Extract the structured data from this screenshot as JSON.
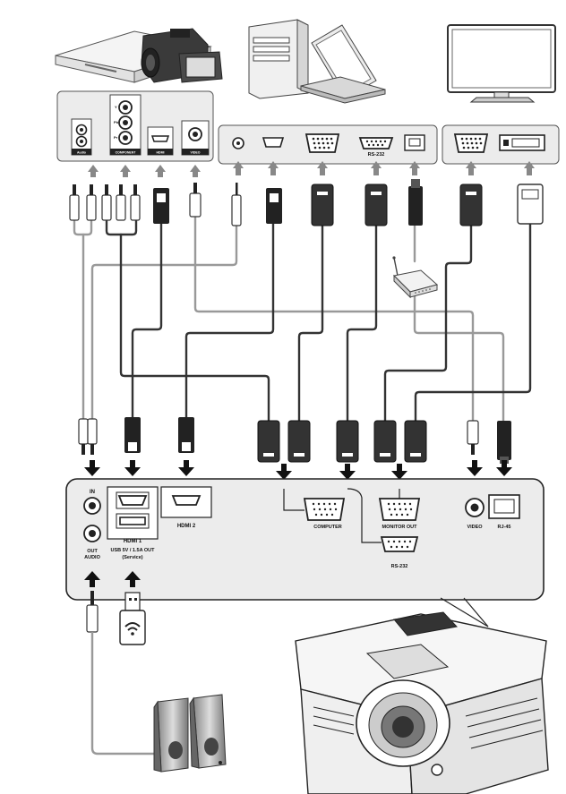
{
  "source_devices": {
    "av_panel_labels": {
      "audio": "Audio",
      "component": "COMPONENT",
      "hdmi": "HDMI",
      "video": "VIDEO",
      "comp_y": "Y",
      "comp_pb": "Pb",
      "comp_pr": "Pr"
    },
    "pc_panel_labels": {
      "rs232": "RS-232"
    }
  },
  "projector_panel": {
    "audio_in": "IN",
    "audio_out": "OUT",
    "audio": "AUDIO",
    "hdmi1": "HDMI 1",
    "usb": "USB 5V / 1.5A OUT",
    "usb_service": "(Service)",
    "hdmi2": "HDMI 2",
    "computer": "COMPUTER",
    "monitor_out": "MONITOR OUT",
    "rs232": "RS-232",
    "video": "VIDEO",
    "rj45": "RJ-45"
  }
}
